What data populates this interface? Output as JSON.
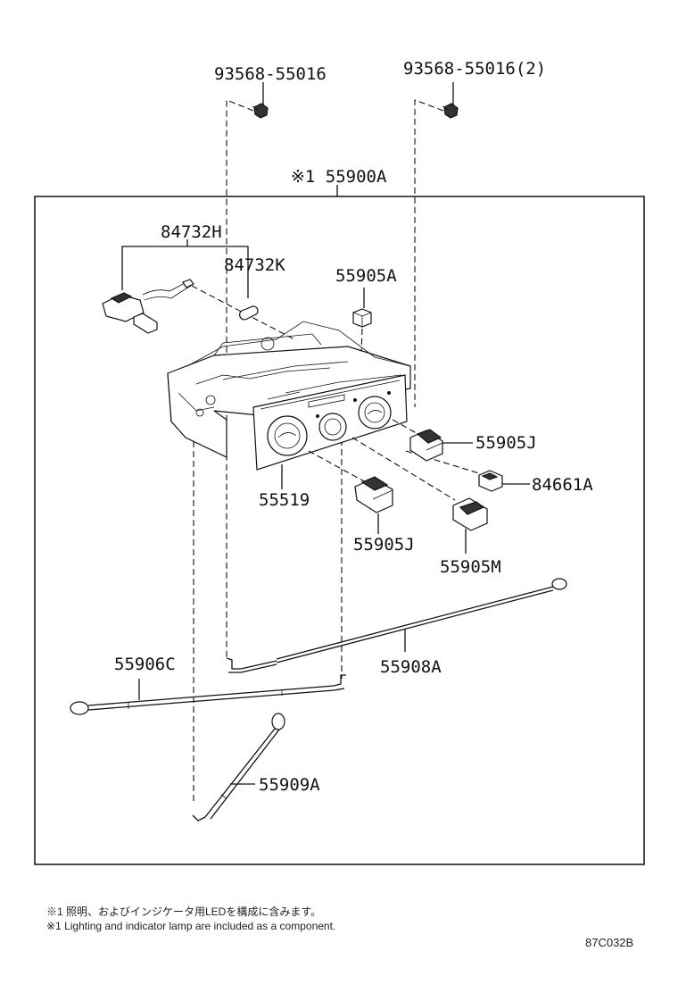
{
  "diagram": {
    "callouts": {
      "screw_left": "93568-55016",
      "screw_right": "93568-55016(2)",
      "assembly": "※1 55900A",
      "socket_wire": "84732H",
      "bulb": "84732K",
      "knob_small": "55905A",
      "knob_right": "55905J",
      "lamp_connector": "84661A",
      "panel": "55519",
      "knob_left": "55905J",
      "knob_mode": "55905M",
      "cable_long": "55908A",
      "cable_left": "55906C",
      "cable_short": "55909A"
    },
    "notes": {
      "japanese": "※1 照明、およびインジケータ用LEDを構成に含みます。",
      "english": "※1 Lighting and indicator lamp are included as a component."
    },
    "drawing_code": "87C032B"
  }
}
